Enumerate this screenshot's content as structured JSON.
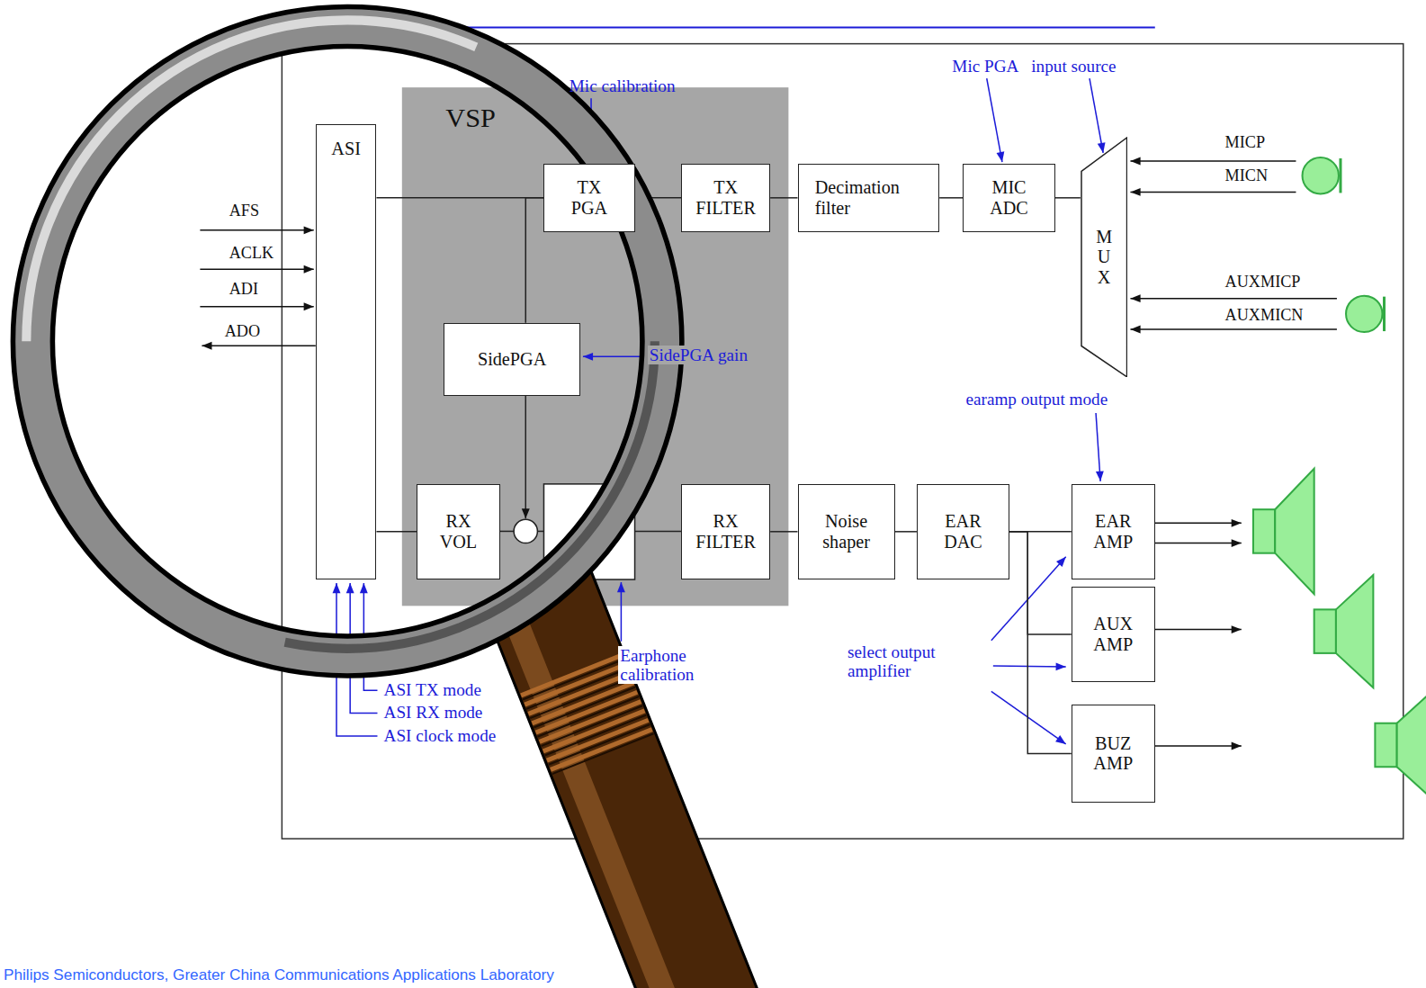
{
  "diagram": {
    "nodes": [
      {
        "text": [
          "ASI"
        ]
      },
      {
        "text": [
          "VSP"
        ]
      },
      {
        "text": [
          "TX PGA"
        ],
        "in": 1
      },
      {
        "text": [
          "TX FILTER"
        ],
        "in": 1
      },
      {
        "text": [
          "Decimation filter"
        ]
      },
      {
        "text": [
          "MIC ADC"
        ]
      },
      {
        "text": [
          "M U X"
        ]
      },
      {
        "text": [
          "SidePGA"
        ],
        "in": 1
      },
      {
        "text": [
          "RX VOL"
        ],
        "in": 1
      },
      {
        "text": [
          "RX FILTER"
        ],
        "in": 1
      },
      {
        "text": [
          "Noise shaper"
        ]
      },
      {
        "text": [
          "EAR DAC"
        ]
      },
      {
        "text": [
          "EAR AMP"
        ]
      },
      {
        "text": [
          "AUX AMP"
        ]
      },
      {
        "text": [
          "BUZ AMP"
        ]
      }
    ],
    "edges": [
      {
        "from": 2,
        "to": 0,
        "arrow": "none"
      },
      {
        "from": 2,
        "to": 7,
        "arrow": "none"
      },
      {
        "from": 3,
        "to": 2,
        "arrow": "none"
      },
      {
        "from": 4,
        "to": 3,
        "arrow": "none"
      },
      {
        "from": 5,
        "to": 4,
        "arrow": "none"
      },
      {
        "from": 6,
        "to": 5,
        "arrow": "none"
      },
      {
        "from": 0,
        "to": 8,
        "arrow": "none"
      },
      {
        "from": 9,
        "to": 10,
        "arrow": "none"
      },
      {
        "from": 10,
        "to": 11,
        "arrow": "none"
      },
      {
        "from": 11,
        "to": 12,
        "arrow": "none"
      },
      {
        "from": 11,
        "to": 13,
        "arrow": "none"
      },
      {
        "from": 11,
        "to": 14,
        "arrow": "none"
      }
    ],
    "labels": [
      "Mic calibration",
      "Mic PGA",
      "input source",
      "MICP",
      "MICN",
      "AFS",
      "ACLK",
      "ADI",
      "ADO",
      "AUXMICP",
      "AUXMICN",
      "SidePGA gain",
      "earamp output mode",
      "Earphone calibration",
      "select output amplifier",
      "ASI TX mode",
      "ASI RX mode",
      "ASI clock mode",
      "Philips Semiconductors, Greater China Communications Applications Laboratory"
    ]
  }
}
